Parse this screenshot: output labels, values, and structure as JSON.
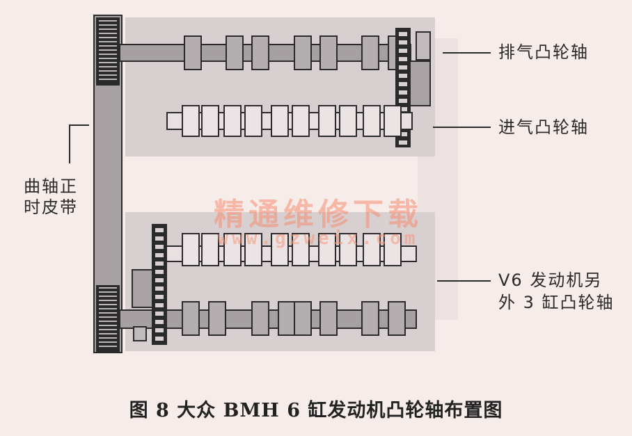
{
  "labels": {
    "exhaust_camshaft": "排气凸轮轴",
    "intake_camshaft": "进气凸轮轴",
    "timing_belt_line1": "曲轴正",
    "timing_belt_line2": "时皮带",
    "other_bank_line1": "V6 发动机另",
    "other_bank_line2": "外 3 缸凸轮轴"
  },
  "caption": "图 8    大众 BMH 6 缸发动机凸轮轴布置图",
  "watermark": {
    "text": "精通维修下载",
    "url": "www.gzweix.com"
  },
  "colors": {
    "background": "#f6ecea",
    "panel": "#d8cfd0",
    "shaft": "#a7a0a2",
    "lobe": "#b5aeb0",
    "outline": "#2a2a2a",
    "belt": "#a8a1a3"
  }
}
